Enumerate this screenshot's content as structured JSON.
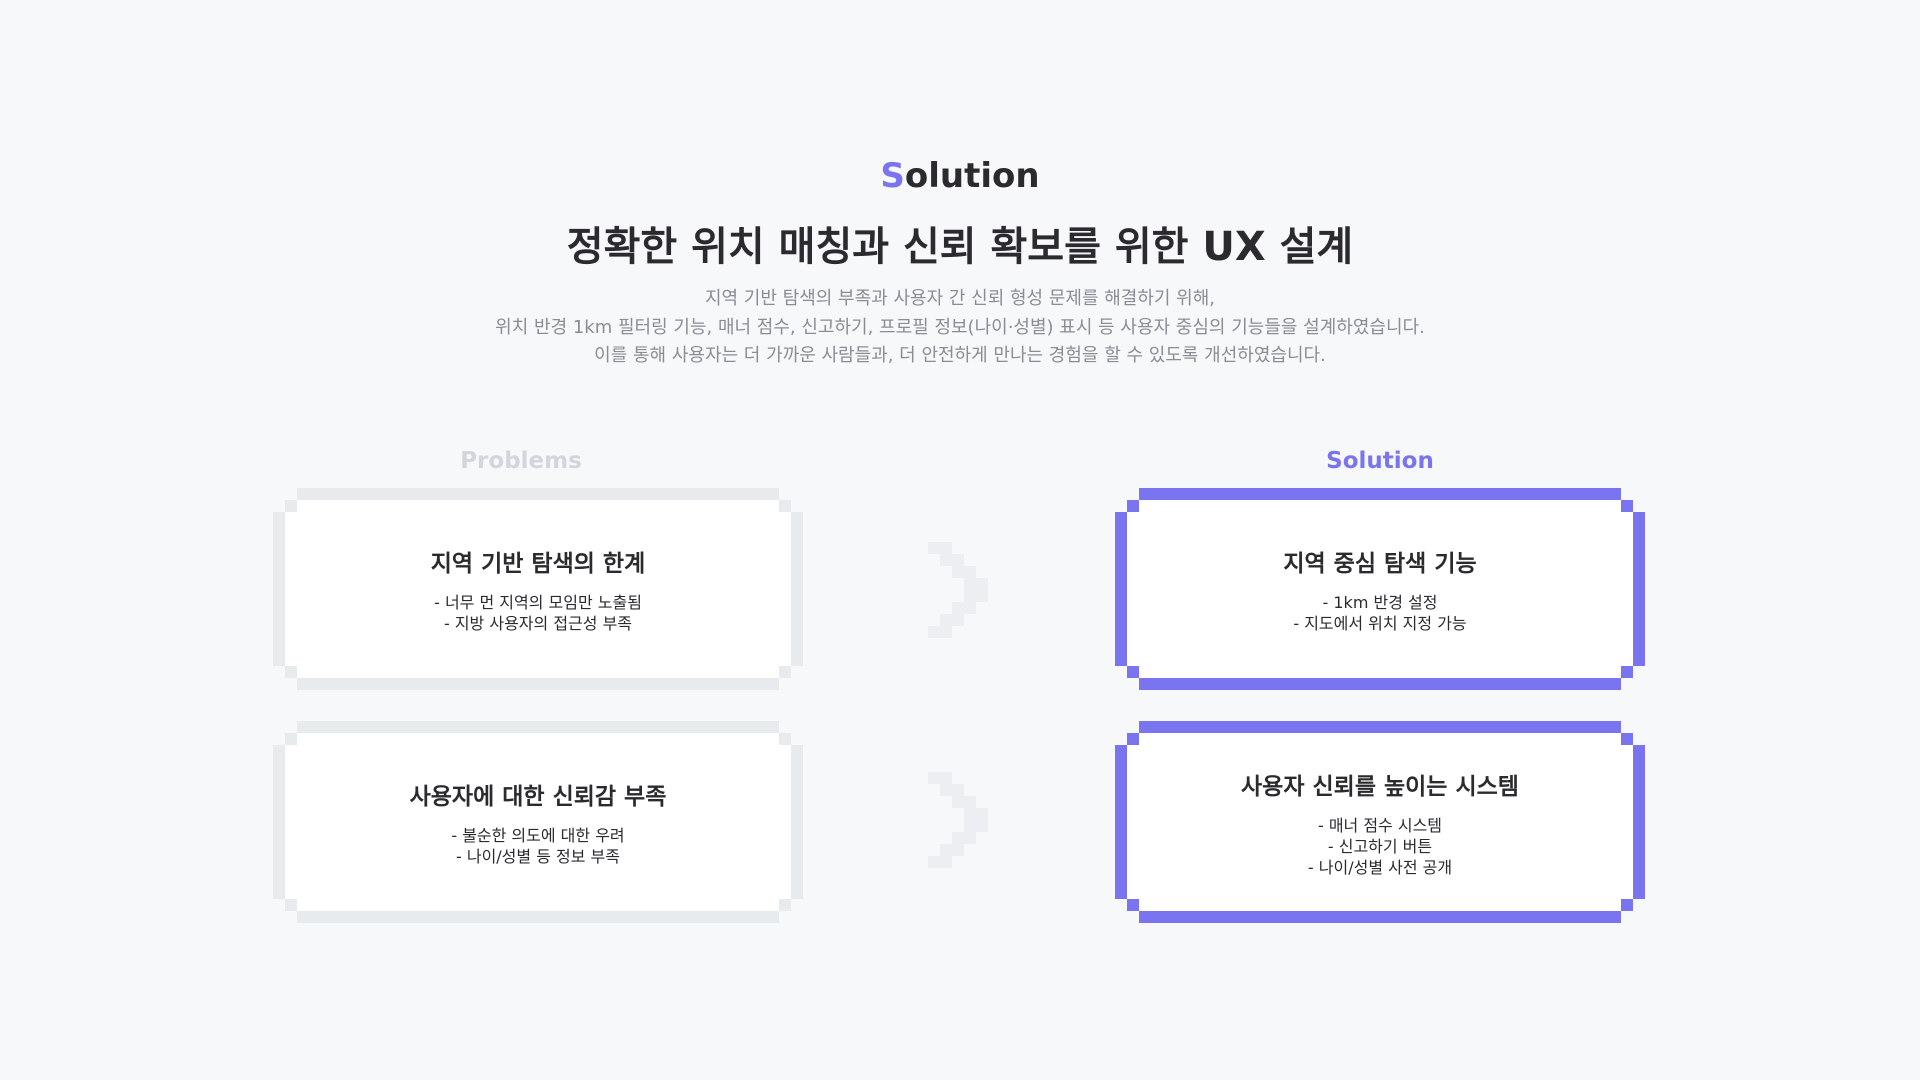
{
  "header": {
    "eyebrow_first": "S",
    "eyebrow_rest": "olution",
    "title": "정확한 위치 매칭과 신뢰 확보를 위한 UX 설계",
    "description": [
      "지역 기반 탐색의 부족과 사용자 간 신뢰 형성 문제를 해결하기 위해,",
      "위치 반경 1km 필터링 기능, 매너 점수, 신고하기, 프로필 정보(나이·성별) 표시 등 사용자 중심의 기능들을 설계하였습니다.",
      "이를 통해 사용자는 더 가까운 사람들과, 더 안전하게 만나는 경험을 할 수 있도록 개선하였습니다."
    ]
  },
  "columns": {
    "problems_label": "Problems",
    "solution_label": "Solution"
  },
  "problems": [
    {
      "title": "지역 기반 탐색의 한계",
      "items": [
        "- 너무 먼 지역의 모임만 노출됨",
        "- 지방 사용자의 접근성 부족"
      ]
    },
    {
      "title": "사용자에 대한 신뢰감 부족",
      "items": [
        "- 불순한 의도에 대한 우려",
        "- 나이/성별 등 정보 부족"
      ]
    }
  ],
  "solutions": [
    {
      "title": "지역 중심 탐색 기능",
      "items": [
        "- 1km 반경 설정",
        "- 지도에서 위치 지정 가능"
      ]
    },
    {
      "title": "사용자 신뢰를 높이는 시스템",
      "items": [
        "- 매너 점수 시스템",
        "- 신고하기 버튼",
        "- 나이/성별 사전 공개"
      ]
    }
  ],
  "colors": {
    "accent": "#7b74f0",
    "problem_border": "#e8ebee",
    "arrow": "#eceef1",
    "background": "#f7f8fa"
  },
  "icons": {
    "arrow": "pixel-chevron-right-icon"
  }
}
